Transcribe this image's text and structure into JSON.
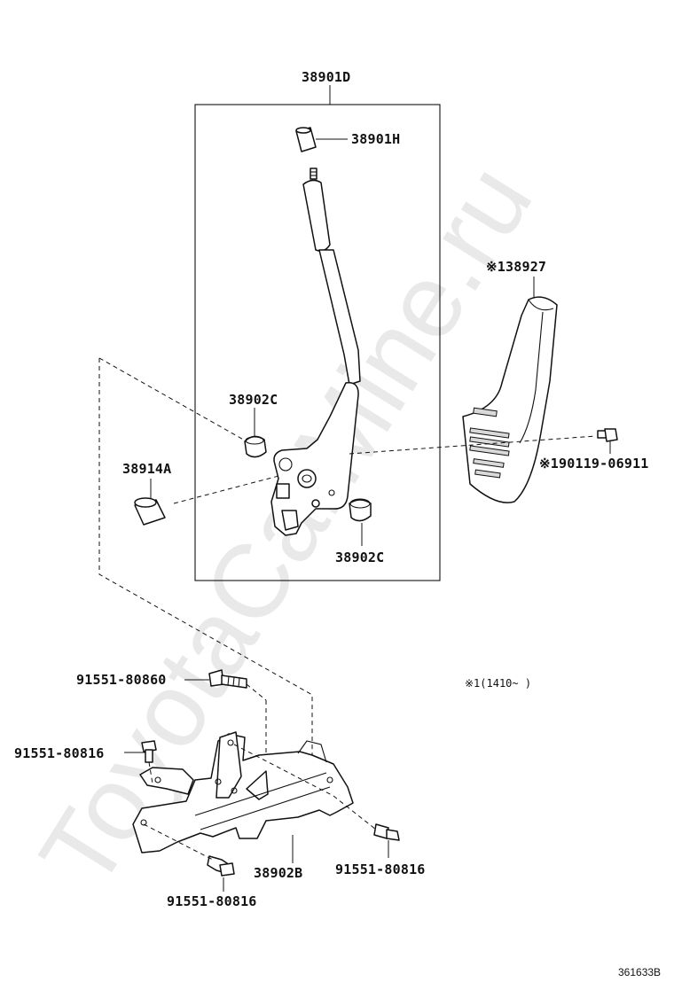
{
  "watermark": "ToyotaCarMine.ru",
  "callouts": {
    "lever_assembly": "38901D",
    "knob_cap": "38901H",
    "lever_cover": "※138927",
    "bushing_upper": "38902C",
    "bushing_lower": "38902C",
    "pin": "38914A",
    "screw_cover": "※190119-06911",
    "bolt_top": "91551-80860",
    "bolt_left": "91551-80816",
    "bolt_right": "91551-80816",
    "bolt_bottom": "91551-80816",
    "bracket": "38902B",
    "note": "※1(1410~    )"
  },
  "reference_code": "361633B"
}
